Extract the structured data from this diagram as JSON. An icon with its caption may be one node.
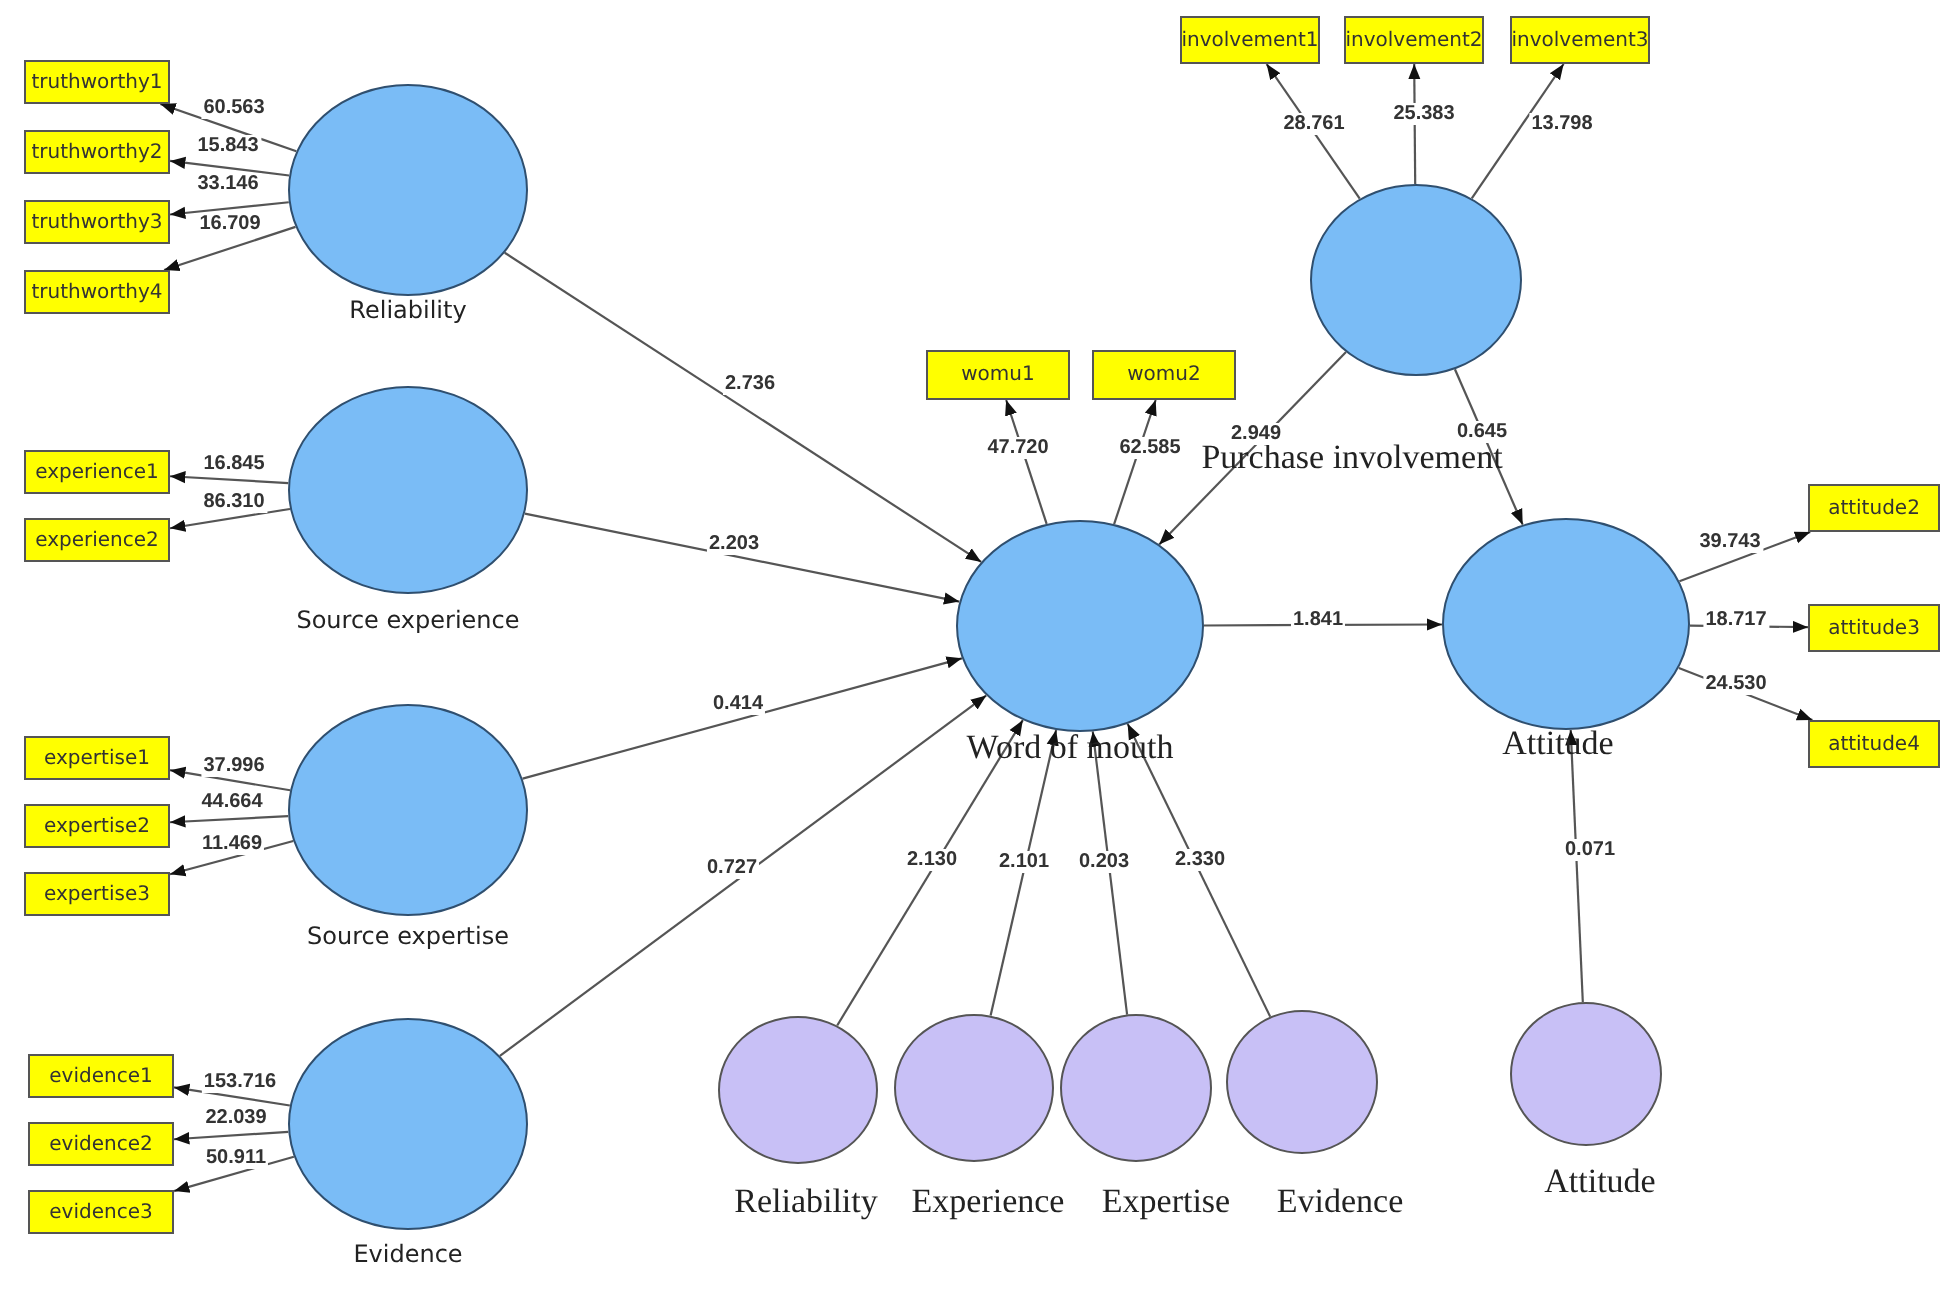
{
  "diagram": {
    "nodes": [
      {
        "text": [
          "Reliability"
        ]
      },
      {
        "text": [
          "truthworthy1"
        ]
      },
      {
        "text": [
          "truthworthy2"
        ]
      },
      {
        "text": [
          "truthworthy3"
        ]
      },
      {
        "text": [
          "truthworthy4"
        ]
      },
      {
        "text": [
          "Source experience"
        ]
      },
      {
        "text": [
          "experience1"
        ]
      },
      {
        "text": [
          "experience2"
        ]
      },
      {
        "text": [
          "Source expertise"
        ]
      },
      {
        "text": [
          "expertise1"
        ]
      },
      {
        "text": [
          "expertise2"
        ]
      },
      {
        "text": [
          "expertise3"
        ]
      },
      {
        "text": [
          "Evidence"
        ]
      },
      {
        "text": [
          "evidence1"
        ]
      },
      {
        "text": [
          "evidence2"
        ]
      },
      {
        "text": [
          "evidence3"
        ]
      },
      {
        "text": [
          "Word of mouth"
        ]
      },
      {
        "text": [
          "womu1"
        ]
      },
      {
        "text": [
          "womu2"
        ]
      },
      {
        "text": [
          "Purchase involvement"
        ]
      },
      {
        "text": [
          "involvement1"
        ]
      },
      {
        "text": [
          "involvement2"
        ]
      },
      {
        "text": [
          "involvement3"
        ]
      },
      {
        "text": [
          "Attitude"
        ]
      },
      {
        "text": [
          "attitude2"
        ]
      },
      {
        "text": [
          "attitude3"
        ]
      },
      {
        "text": [
          "attitude4"
        ]
      },
      {
        "text": [
          "Reliability"
        ]
      },
      {
        "text": [
          "Experience"
        ]
      },
      {
        "text": [
          "Expertise"
        ]
      },
      {
        "text": [
          "Evidence"
        ]
      },
      {
        "text": [
          "Attitude"
        ]
      }
    ],
    "edges": [
      {
        "from": 0,
        "to": 1,
        "arrow": "to",
        "label": "60.563"
      },
      {
        "from": 0,
        "to": 2,
        "arrow": "to",
        "label": "15.843"
      },
      {
        "from": 0,
        "to": 3,
        "arrow": "to",
        "label": "33.146"
      },
      {
        "from": 0,
        "to": 4,
        "arrow": "to",
        "label": "16.709"
      },
      {
        "from": 5,
        "to": 6,
        "arrow": "to",
        "label": "16.845"
      },
      {
        "from": 5,
        "to": 7,
        "arrow": "to",
        "label": "86.310"
      },
      {
        "from": 8,
        "to": 9,
        "arrow": "to",
        "label": "37.996"
      },
      {
        "from": 8,
        "to": 10,
        "arrow": "to",
        "label": "44.664"
      },
      {
        "from": 8,
        "to": 11,
        "arrow": "to",
        "label": "11.469"
      },
      {
        "from": 12,
        "to": 13,
        "arrow": "to",
        "label": "153.716"
      },
      {
        "from": 12,
        "to": 14,
        "arrow": "to",
        "label": "22.039"
      },
      {
        "from": 12,
        "to": 15,
        "arrow": "to",
        "label": "50.911"
      },
      {
        "from": 0,
        "to": 16,
        "arrow": "to",
        "label": "2.736"
      },
      {
        "from": 5,
        "to": 16,
        "arrow": "to",
        "label": "2.203"
      },
      {
        "from": 8,
        "to": 16,
        "arrow": "to",
        "label": "0.414"
      },
      {
        "from": 12,
        "to": 16,
        "arrow": "to",
        "label": "0.727"
      },
      {
        "from": 16,
        "to": 17,
        "arrow": "to",
        "label": "47.720"
      },
      {
        "from": 16,
        "to": 18,
        "arrow": "to",
        "label": "62.585"
      },
      {
        "from": 19,
        "to": 16,
        "arrow": "to",
        "label": "2.949"
      },
      {
        "from": 19,
        "to": 20,
        "arrow": "to",
        "label": "28.761"
      },
      {
        "from": 19,
        "to": 21,
        "arrow": "to",
        "label": "25.383"
      },
      {
        "from": 19,
        "to": 22,
        "arrow": "to",
        "label": "13.798"
      },
      {
        "from": 19,
        "to": 23,
        "arrow": "to",
        "label": "0.645"
      },
      {
        "from": 16,
        "to": 23,
        "arrow": "to",
        "label": "1.841"
      },
      {
        "from": 23,
        "to": 24,
        "arrow": "to",
        "label": "39.743"
      },
      {
        "from": 23,
        "to": 25,
        "arrow": "to",
        "label": "18.717"
      },
      {
        "from": 23,
        "to": 26,
        "arrow": "to",
        "label": "24.530"
      },
      {
        "from": 27,
        "to": 16,
        "arrow": "to",
        "label": "2.130"
      },
      {
        "from": 28,
        "to": 16,
        "arrow": "to",
        "label": "2.101"
      },
      {
        "from": 29,
        "to": 16,
        "arrow": "to",
        "label": "0.203"
      },
      {
        "from": 30,
        "to": 16,
        "arrow": "to",
        "label": "2.330"
      },
      {
        "from": 31,
        "to": 23,
        "arrow": "to",
        "label": "0.071"
      }
    ]
  }
}
